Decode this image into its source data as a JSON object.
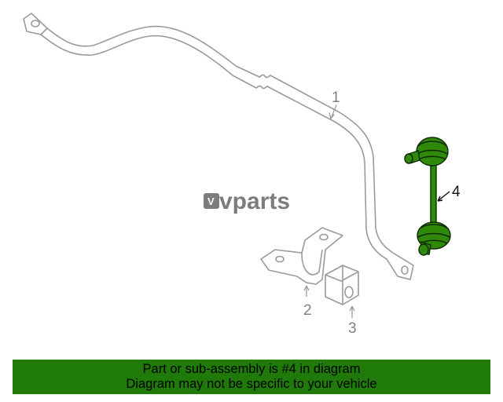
{
  "diagram": {
    "watermark": {
      "brand_text": "vparts",
      "badge_letter": "V"
    },
    "callouts": [
      {
        "id": "1",
        "label": "1",
        "part": "stabilizer-bar",
        "highlighted": false
      },
      {
        "id": "2",
        "label": "2",
        "part": "mount-bracket",
        "highlighted": false
      },
      {
        "id": "3",
        "label": "3",
        "part": "bushing",
        "highlighted": false
      },
      {
        "id": "4",
        "label": "4",
        "part": "stabilizer-link",
        "highlighted": true
      }
    ],
    "colors": {
      "outline": "#9a9a9a",
      "highlight_part": "#2f8a0a",
      "highlight_outline": "#0f2a00",
      "banner_bg": "#1f7a0a"
    }
  },
  "banner": {
    "line1": "Part or sub-assembly is #4 in diagram",
    "line2": "Diagram may not be specific to your vehicle"
  }
}
